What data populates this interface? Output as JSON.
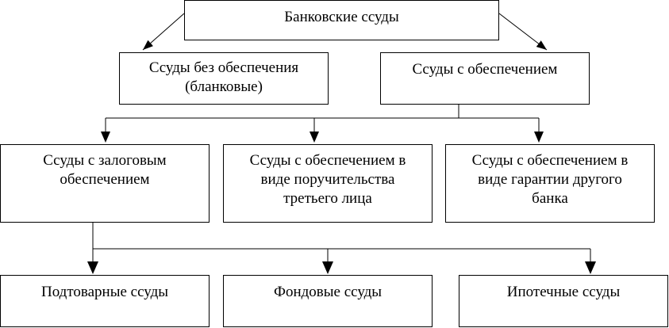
{
  "diagram": {
    "root": "Банковские ссуды",
    "level1": {
      "unsecured": "Ссуды без обеспечения\n(бланковые)",
      "secured": "Ссуды с обеспечением"
    },
    "level2": {
      "pledge": "Ссуды с залоговым\nобеспечением",
      "surety": "Ссуды с обеспечением в\nвиде поручительства\nтретьего лица",
      "guarantee": "Ссуды с обеспечением в\nвиде гарантии другого\nбанка"
    },
    "level3": {
      "goods": "Подтоварные ссуды",
      "stock": "Фондовые ссуды",
      "mortgage": "Ипотечные ссуды"
    }
  }
}
